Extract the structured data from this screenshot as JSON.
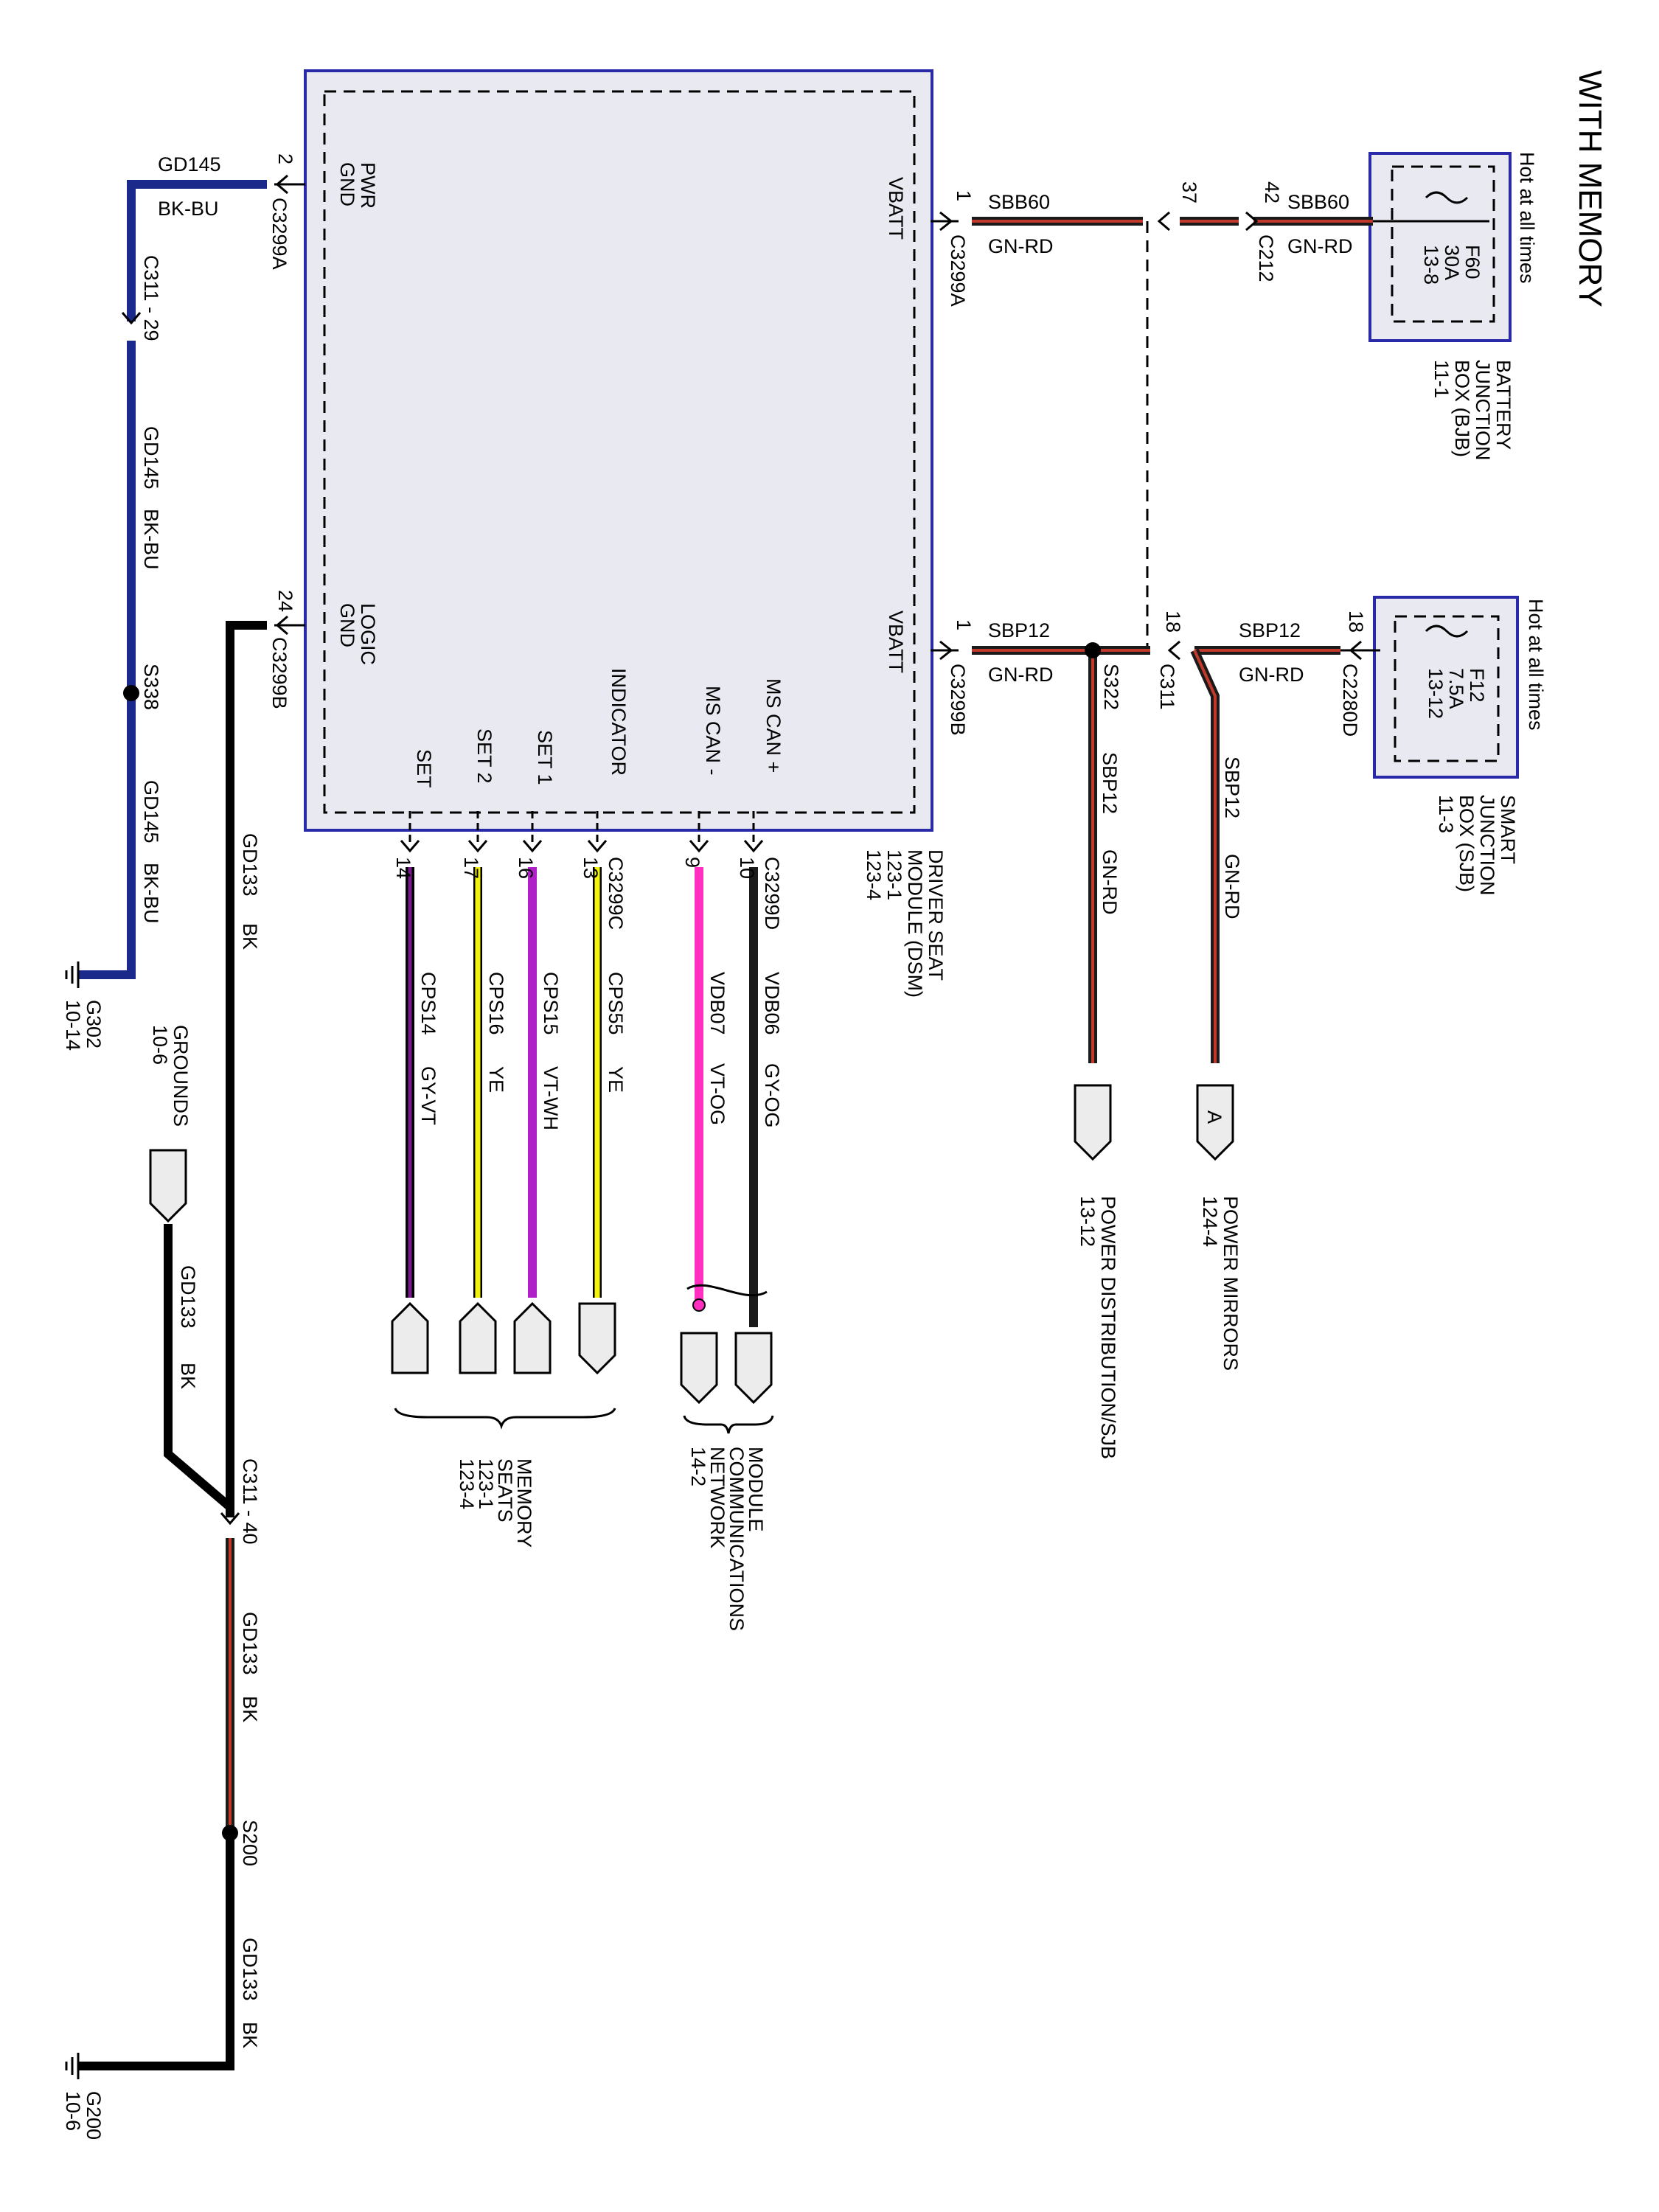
{
  "title": "WITH MEMORY",
  "colors": {
    "gn_rd_core": "#1a1a1a",
    "gn_rd_stripe": "#c0392b",
    "bk_bu": "#1b2a8a",
    "bk": "#000000",
    "ye": "#f2f20a",
    "vt_wh": "#b020c8",
    "vt_og": "#ff2fc0",
    "gy_og": "#1a1a1a",
    "gy_vt": "#7a1a8a",
    "box_border": "#2a2aa8"
  },
  "bjb": {
    "note": "Hot at all times",
    "fuse": "F60",
    "rating": "30A",
    "ref": "13-8",
    "name_line1": "BATTERY",
    "name_line2": "JUNCTION",
    "name_line3": "BOX (BJB)",
    "page": "11-1"
  },
  "sjb": {
    "note": "Hot at all times",
    "fuse": "F12",
    "rating": "7.5A",
    "ref": "13-12",
    "name_line1": "SMART",
    "name_line2": "JUNCTION",
    "name_line3": "BOX (SJB)",
    "page": "11-3"
  },
  "dsm": {
    "name_line1": "DRIVER SEAT",
    "name_line2": "MODULE (DSM)",
    "page1": "123-1",
    "page2": "123-4",
    "pin_pwr_gnd_l1": "PWR",
    "pin_pwr_gnd_l2": "GND",
    "pin_logic_gnd_l1": "LOGIC",
    "pin_logic_gnd_l2": "GND",
    "pin_vbatt_a": "VBATT",
    "pin_vbatt_b": "VBATT",
    "pin_ms_can_p": "MS CAN +",
    "pin_ms_can_n": "MS CAN -",
    "pin_indicator": "INDICATOR",
    "pin_set1": "SET 1",
    "pin_set2": "SET 2",
    "pin_set": "SET"
  },
  "wires": {
    "sbb60_a": "SBB60",
    "sbb60_a_color": "GN-RD",
    "sbb60_b": "SBB60",
    "sbb60_b_color": "GN-RD",
    "sbp12_a": "SBP12",
    "sbp12_a_color": "GN-RD",
    "sbp12_b": "SBP12",
    "sbp12_b_color": "GN-RD",
    "sbp12_c": "SBP12",
    "sbp12_c_color": "GN-RD",
    "sbp12_d": "SBP12",
    "sbp12_d_color": "GN-RD",
    "gd145_a": "GD145",
    "gd145_a_color": "BK-BU",
    "gd145_b": "GD145",
    "gd145_b_color": "BK-BU",
    "gd145_c": "GD145",
    "gd145_c_color": "BK-BU",
    "gd133_a": "GD133",
    "gd133_a_color": "BK",
    "gd133_b": "GD133",
    "gd133_b_color": "BK",
    "gd133_c": "GD133",
    "gd133_c_color": "BK",
    "gd133_d": "GD133",
    "gd133_d_color": "BK",
    "vdb06": "VDB06",
    "vdb06_color": "GY-OG",
    "vdb07": "VDB07",
    "vdb07_color": "VT-OG",
    "cps55": "CPS55",
    "cps55_color": "YE",
    "cps15": "CPS15",
    "cps15_color": "VT-WH",
    "cps16": "CPS16",
    "cps16_color": "YE",
    "cps14": "CPS14",
    "cps14_color": "GY-VT"
  },
  "connectors": {
    "c3299a_1": "C3299A",
    "c3299a_1_pin": "1",
    "c3299a_2": "C3299A",
    "c3299a_2_pin": "2",
    "c3299b_1": "C3299B",
    "c3299b_1_pin": "1",
    "c3299b_24": "C3299B",
    "c3299b_24_pin": "24",
    "c212": "C212",
    "c212_pin_a": "37",
    "c212_pin_b": "42",
    "c311": "C311",
    "c311_pin": "18",
    "c2280d": "C2280D",
    "c2280d_pin": "18",
    "c311_29": "C311 - 29",
    "c311_40": "C311 - 40",
    "c3299d": "C3299D",
    "c3299d_pin10": "10",
    "c3299d_pin9": "9",
    "c3299c": "C3299C",
    "c3299c_pin13": "13",
    "c3299c_pin16": "16",
    "c3299c_pin17": "17",
    "c3299c_pin14": "14"
  },
  "splices": {
    "s322": "S322",
    "s338": "S338",
    "s200": "S200"
  },
  "grounds": {
    "g302": "G302",
    "g302_page": "10-14",
    "g200": "G200",
    "g200_page": "10-6",
    "grounds_label": "GROUNDS",
    "grounds_page": "10-6"
  },
  "references": {
    "power_mirrors_l1": "POWER MIRRORS",
    "power_mirrors_l2": "124-4",
    "power_mirrors_tag": "A",
    "power_dist_l1": "POWER DISTRIBUTION/SJB",
    "power_dist_l2": "13-12",
    "mcn_l1": "MODULE",
    "mcn_l2": "COMMUNICATIONS",
    "mcn_l3": "NETWORK",
    "mcn_l4": "14-2",
    "memory_l1": "MEMORY",
    "memory_l2": "SEATS",
    "memory_l3": "123-1",
    "memory_l4": "123-4"
  }
}
